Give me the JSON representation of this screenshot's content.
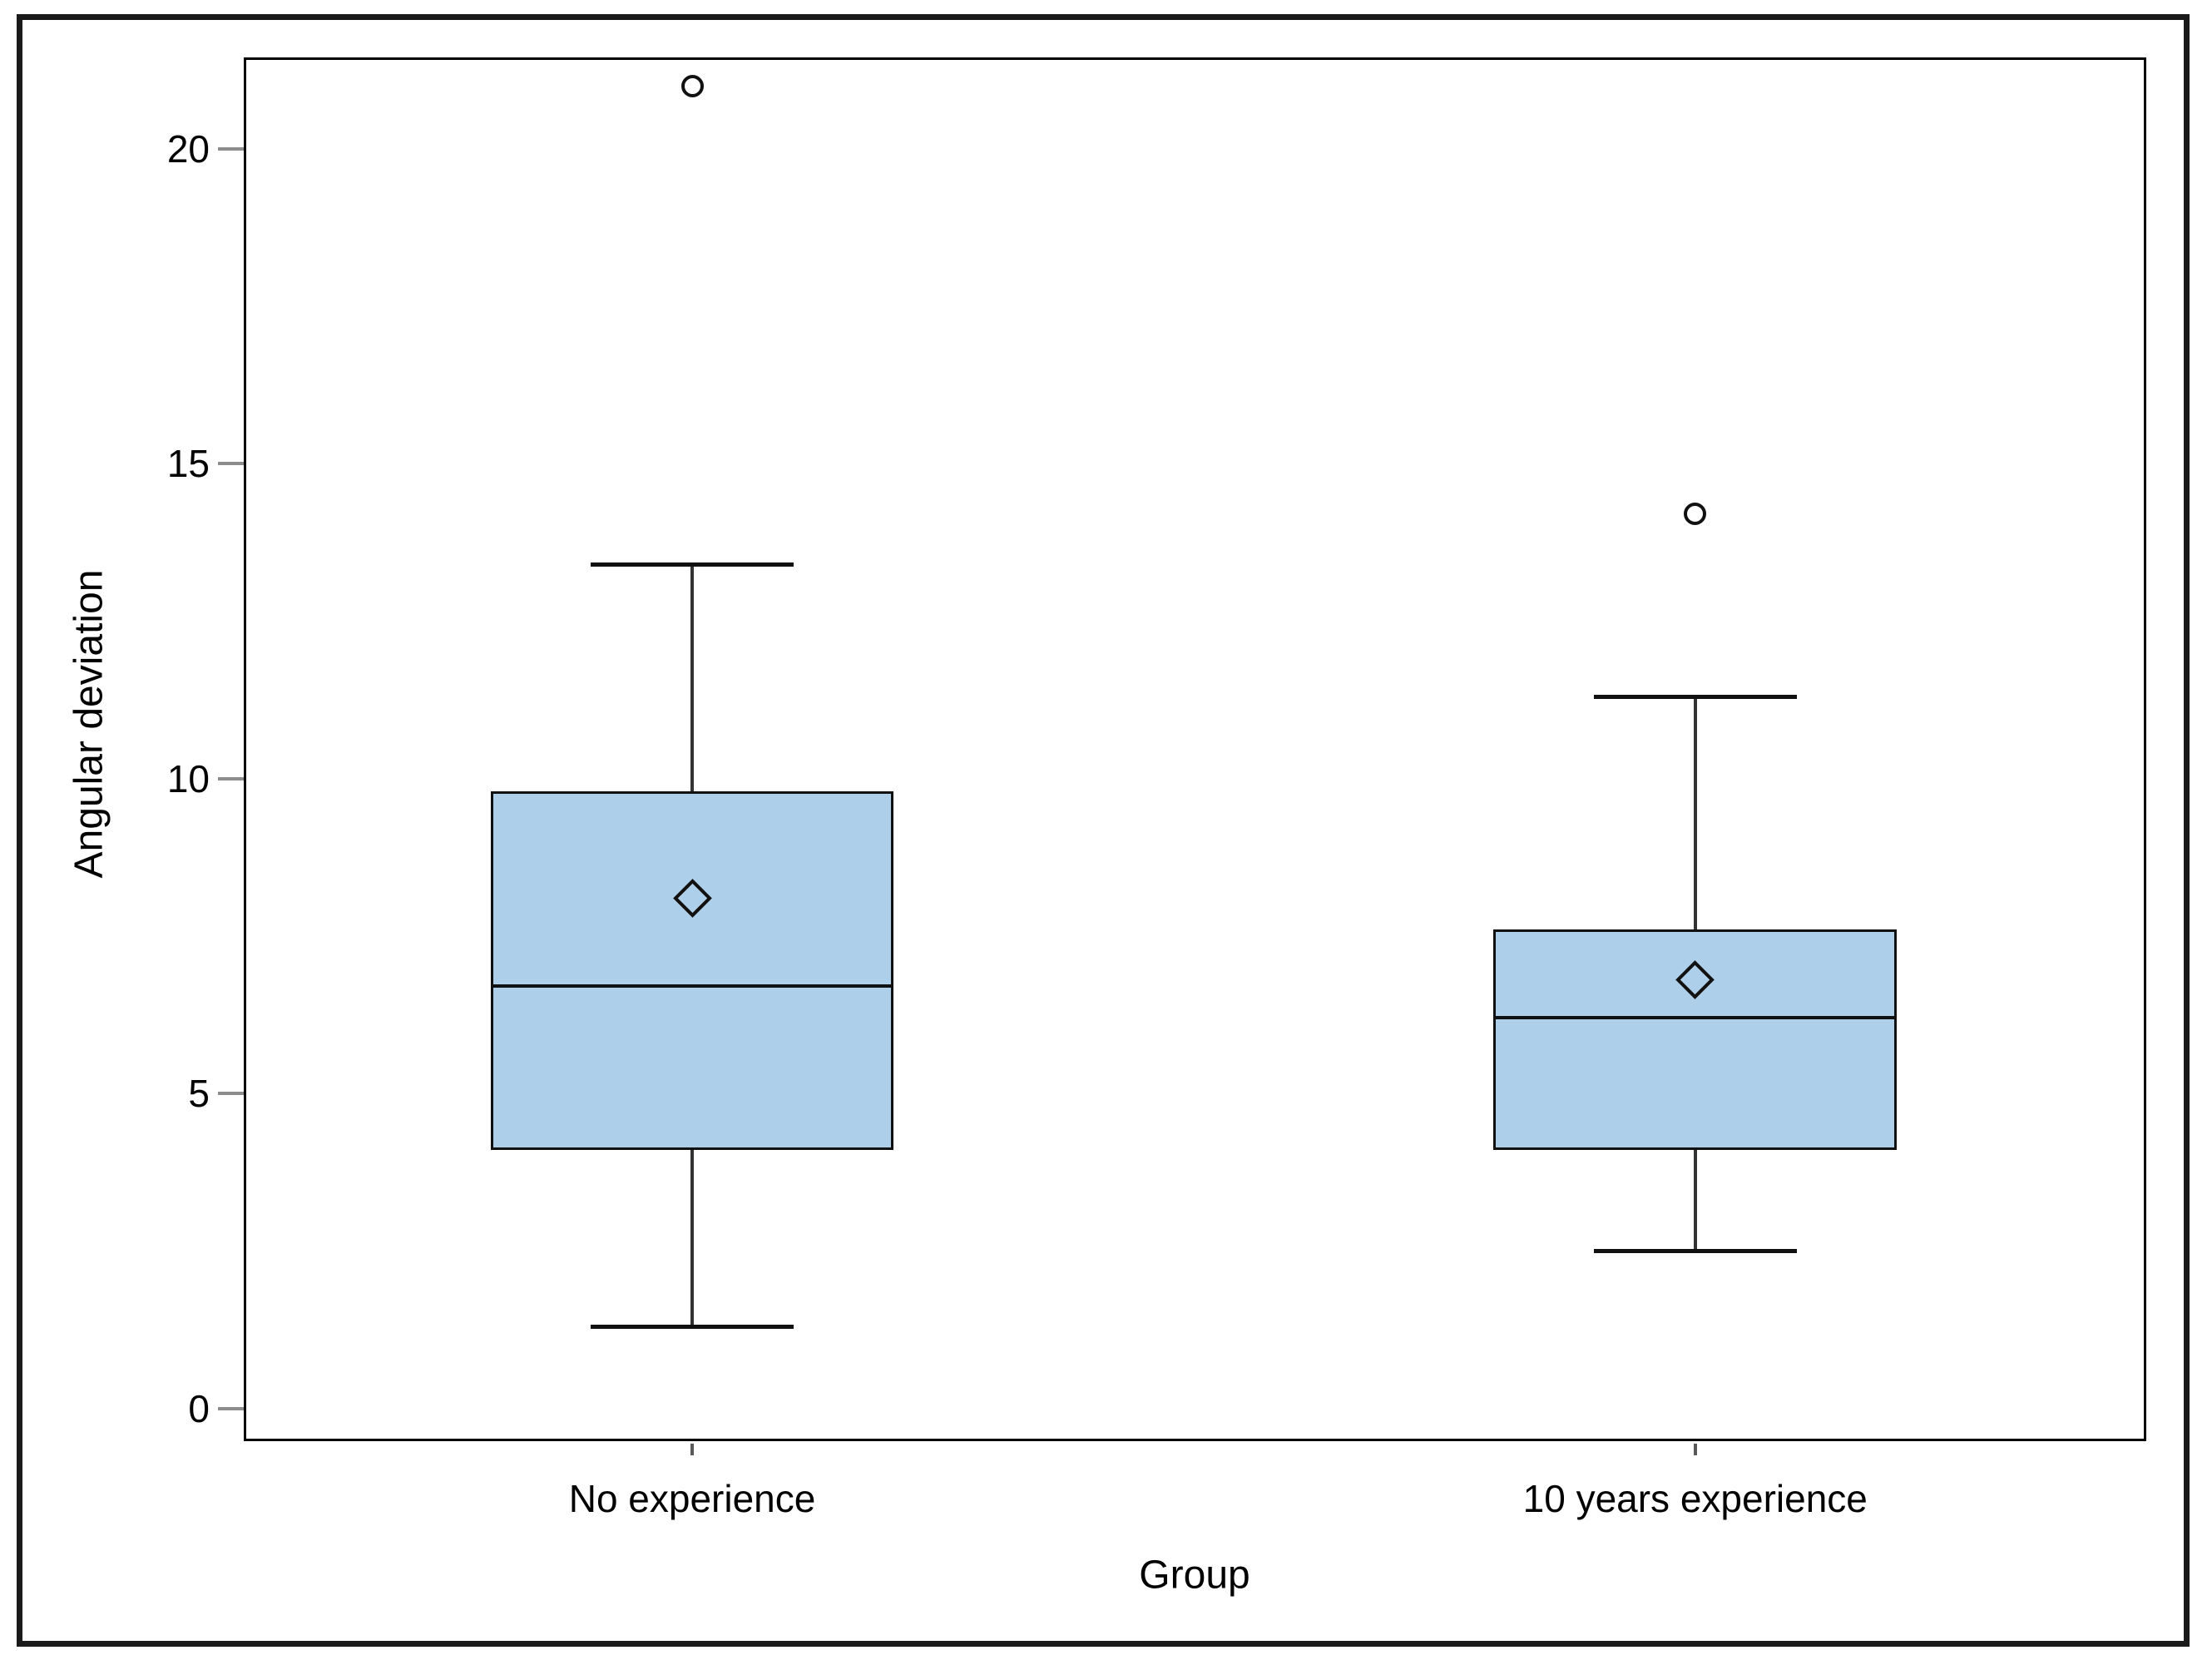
{
  "chart_data": {
    "type": "boxplot",
    "title": "",
    "xlabel": "Group",
    "ylabel": "Angular deviation",
    "yticks": [
      0,
      5,
      10,
      15,
      20
    ],
    "ylim": [
      -0.52,
      21.45
    ],
    "grid": false,
    "legend": "none",
    "categories": [
      "No experience",
      "10 years experience"
    ],
    "groups": [
      {
        "label": "No experience",
        "whisker_low": 1.3,
        "q1": 4.1,
        "median": 6.7,
        "mean": 8.1,
        "q3": 9.8,
        "whisker_high": 13.4,
        "outliers": [
          21.0
        ]
      },
      {
        "label": "10 years experience",
        "whisker_low": 2.5,
        "q1": 4.1,
        "median": 6.2,
        "mean": 6.8,
        "q3": 7.6,
        "whisker_high": 11.3,
        "outliers": [
          14.2
        ]
      }
    ],
    "layout": {
      "group_center_frac": [
        0.2357,
        0.7629
      ],
      "box_width_frac": 0.212,
      "cap_width_frac": 0.1065
    }
  },
  "colors": {
    "box_fill": "#AECFE9",
    "line": "#111111",
    "whisker": "#333333",
    "frame": "#000000",
    "y_tick": "#8C8C8C",
    "x_tick": "#595959",
    "text": "#000000",
    "background": "#FFFFFF",
    "outer_border": "#1A1A1A"
  }
}
